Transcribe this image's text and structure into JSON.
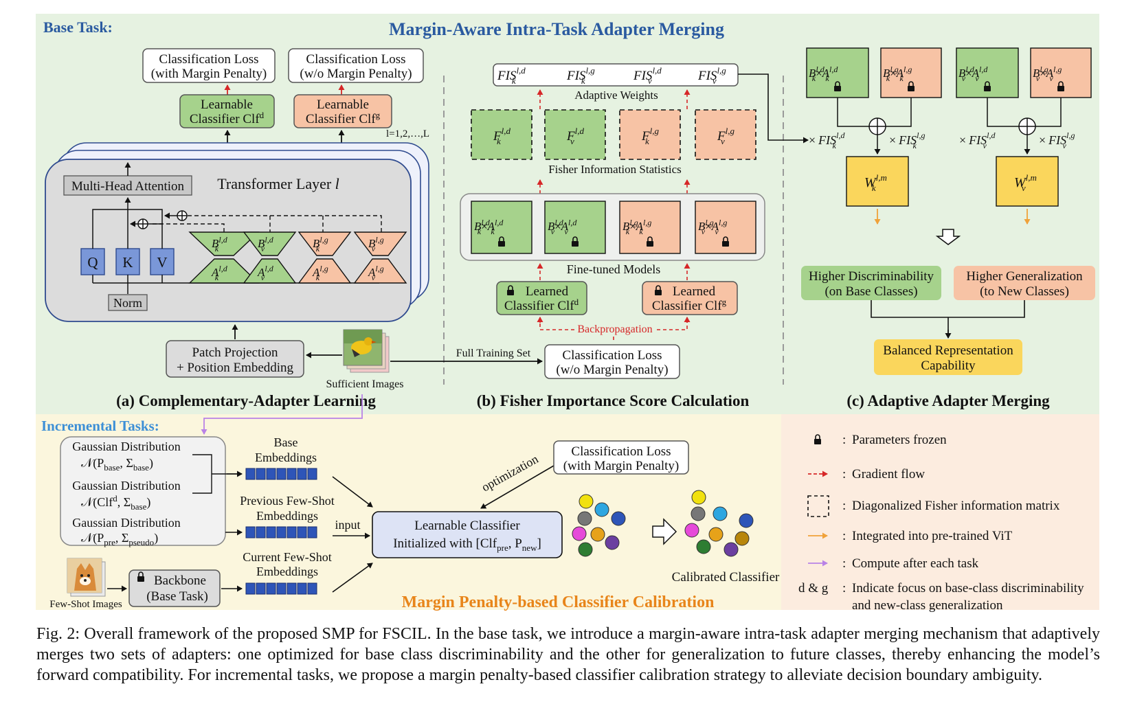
{
  "colors": {
    "base_bg": "#e6f2e1",
    "incremental_bg": "#fbf6dd",
    "legend_bg": "#fcecdf",
    "green": "#a6d28c",
    "orange": "#f7c3a5",
    "yellow": "#fad65c",
    "blue": "#7a97d8",
    "dark_blue": "#2e55b8",
    "title_blue": "#2a5aa0",
    "orange_title": "#e8851a",
    "red_arrow": "#d62728",
    "purple_arrow": "#b982e6",
    "gray": "#d9d9d9"
  },
  "headers": {
    "base_task": "Base Task:",
    "main_title": "Margin-Aware Intra-Task Adapter Merging",
    "incremental_tasks": "Incremental Tasks:",
    "calibration_title": "Margin Penalty-based Classifier Calibration"
  },
  "panel_a": {
    "caption": "(a) Complementary-Adapter Learning",
    "loss_margin_1": "Classification Loss",
    "loss_margin_2": "(with Margin Penalty)",
    "loss_nomargin_1": "Classification Loss",
    "loss_nomargin_2": "(w/o Margin Penalty)",
    "clf_d_1": "Learnable",
    "clf_d_2": "Classifier Clf",
    "clf_d_sup": "d",
    "clf_g_1": "Learnable",
    "clf_g_2": "Classifier Clf",
    "clf_g_sup": "g",
    "layers_label": "l=1,2,…,L",
    "transformer_layer": "Transformer Layer",
    "layer_var": "l",
    "mha": "Multi-Head Attention",
    "q": "Q",
    "k": "K",
    "v": "V",
    "norm": "Norm",
    "adapter_b_kd": "B",
    "adapter_labels": [
      "B",
      "B",
      "B",
      "B",
      "A",
      "A",
      "A",
      "A"
    ],
    "adapter_sub": [
      "k",
      "v",
      "k",
      "v",
      "k",
      "v",
      "k",
      "v"
    ],
    "adapter_sup": [
      "l,d",
      "l,d",
      "l,g",
      "l,g",
      "l,d",
      "l,d",
      "l,g",
      "l,g"
    ],
    "patch_1": "Patch Projection",
    "patch_2": "+ Position Embedding",
    "sufficient_images": "Sufficient Images"
  },
  "panel_b": {
    "caption": "(b) Fisher Importance Score Calculation",
    "fis_sub": [
      "k",
      "k",
      "v",
      "v"
    ],
    "fis_sup": [
      "l,d",
      "l,g",
      "l,d",
      "l,g"
    ],
    "fis_label": "FIS",
    "adaptive_weights": "Adaptive Weights",
    "f_label": "F",
    "fisher_stats": "Fisher Information Statistics",
    "fine_tuned": "Fine-tuned Models",
    "learned_1": "Learned",
    "learned_clf": "Classifier Clf",
    "learned_d_sup": "d",
    "learned_g_sup": "g",
    "backprop": "Backpropagation",
    "full_training": "Full Training Set",
    "loss_1": "Classification Loss",
    "loss_2": "(w/o Margin Penalty)"
  },
  "panel_c": {
    "caption": "(c) Adaptive Adapter Merging",
    "w_label": "W",
    "w_sup": "l,m",
    "w_sub": [
      "k",
      "v"
    ],
    "times": "×",
    "higher_disc_1": "Higher Discriminability",
    "higher_disc_2": "(on Base Classes)",
    "higher_gen_1": "Higher Generalization",
    "higher_gen_2": "(to New Classes)",
    "balanced_1": "Balanced Representation",
    "balanced_2": "Capability"
  },
  "incremental": {
    "gauss_title": "Gaussian Distribution",
    "gauss_1": "𝒩(P",
    "gauss_1_sub": "base",
    "gauss_1_sigma": ", Σ",
    "gauss_1_sigma_sub": "base",
    "gauss_2": "𝒩(Clf",
    "gauss_2_sup": "d",
    "gauss_2_sigma": ", Σ",
    "gauss_2_sigma_sub": "base",
    "gauss_3": "𝒩(P",
    "gauss_3_sub": "pre",
    "gauss_3_sigma": ", Σ",
    "gauss_3_sigma_sub": "pseudo",
    "close_paren": ")",
    "base_emb_1": "Base",
    "base_emb_2": "Embeddings",
    "prev_emb_1": "Previous Few-Shot",
    "prev_emb_2": "Embeddings",
    "curr_emb_1": "Current Few-Shot",
    "curr_emb_2": "Embeddings",
    "input": "input",
    "backbone_1": "Backbone",
    "backbone_2": "(Base Task)",
    "few_shot_images": "Few-Shot Images",
    "learnable_clf_1": "Learnable Classifier",
    "learnable_clf_2": "Initialized with [Clf",
    "learnable_clf_pre": "pre",
    "learnable_clf_p": ", P",
    "learnable_clf_new": "new",
    "learnable_clf_end": "]",
    "optimization": "optimization",
    "loss_1": "Classification Loss",
    "loss_2": "(with Margin Penalty)",
    "calibrated": "Calibrated Classifier"
  },
  "legend": {
    "colon": ":",
    "frozen": "Parameters frozen",
    "gradient": "Gradient flow",
    "fisher": "Diagonalized Fisher information matrix",
    "integrated": "Integrated into pre-trained ViT",
    "compute": "Compute after each task",
    "dg_key": "d & g",
    "dg_1": "Indicate focus on base-class discriminability",
    "dg_2": "and new-class generalization"
  },
  "caption": "Fig. 2: Overall framework of the proposed SMP for FSCIL. In the base task, we introduce a margin-aware intra-task adapter merging mechanism that adaptively merges two sets of adapters: one optimized for base class discriminability and the other for generalization to future classes, thereby enhancing the model’s forward compatibility. For incremental tasks, we propose a margin penalty-based classifier calibration strategy to alleviate decision boundary ambiguity."
}
